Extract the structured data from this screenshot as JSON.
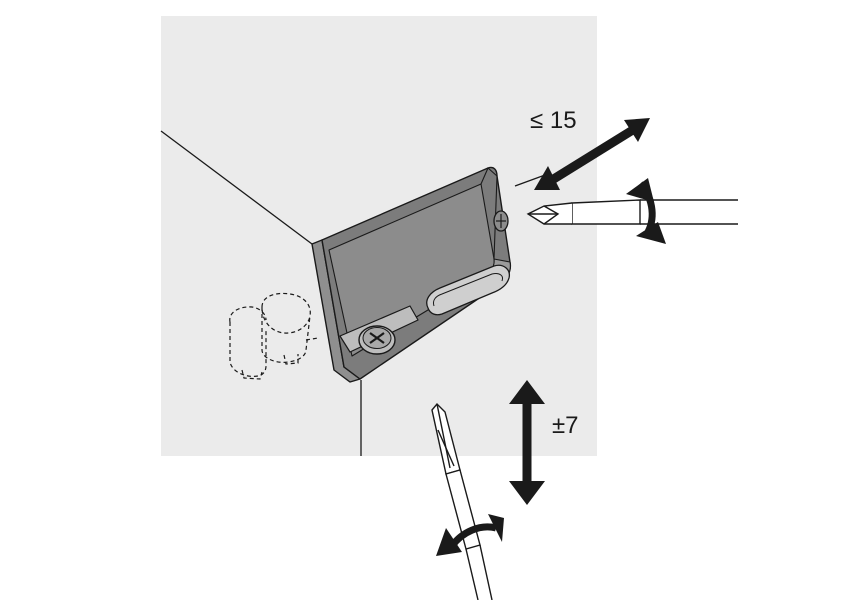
{
  "labels": {
    "horizontal_adjust": "≤ 15",
    "vertical_adjust": "±7"
  },
  "colors": {
    "panel": "#ebebeb",
    "bracket_fill": "#8a8a8a",
    "bracket_face": "#7a7a7a",
    "bracket_lip": "#bdbdbd",
    "line": "#1a1a1a",
    "arrow": "#1a1a1a",
    "background": "#ffffff"
  },
  "icons": [
    "mounting-bracket",
    "phillips-screw",
    "screwdriver",
    "rotation-arrow",
    "double-arrow",
    "dowel-outline"
  ]
}
